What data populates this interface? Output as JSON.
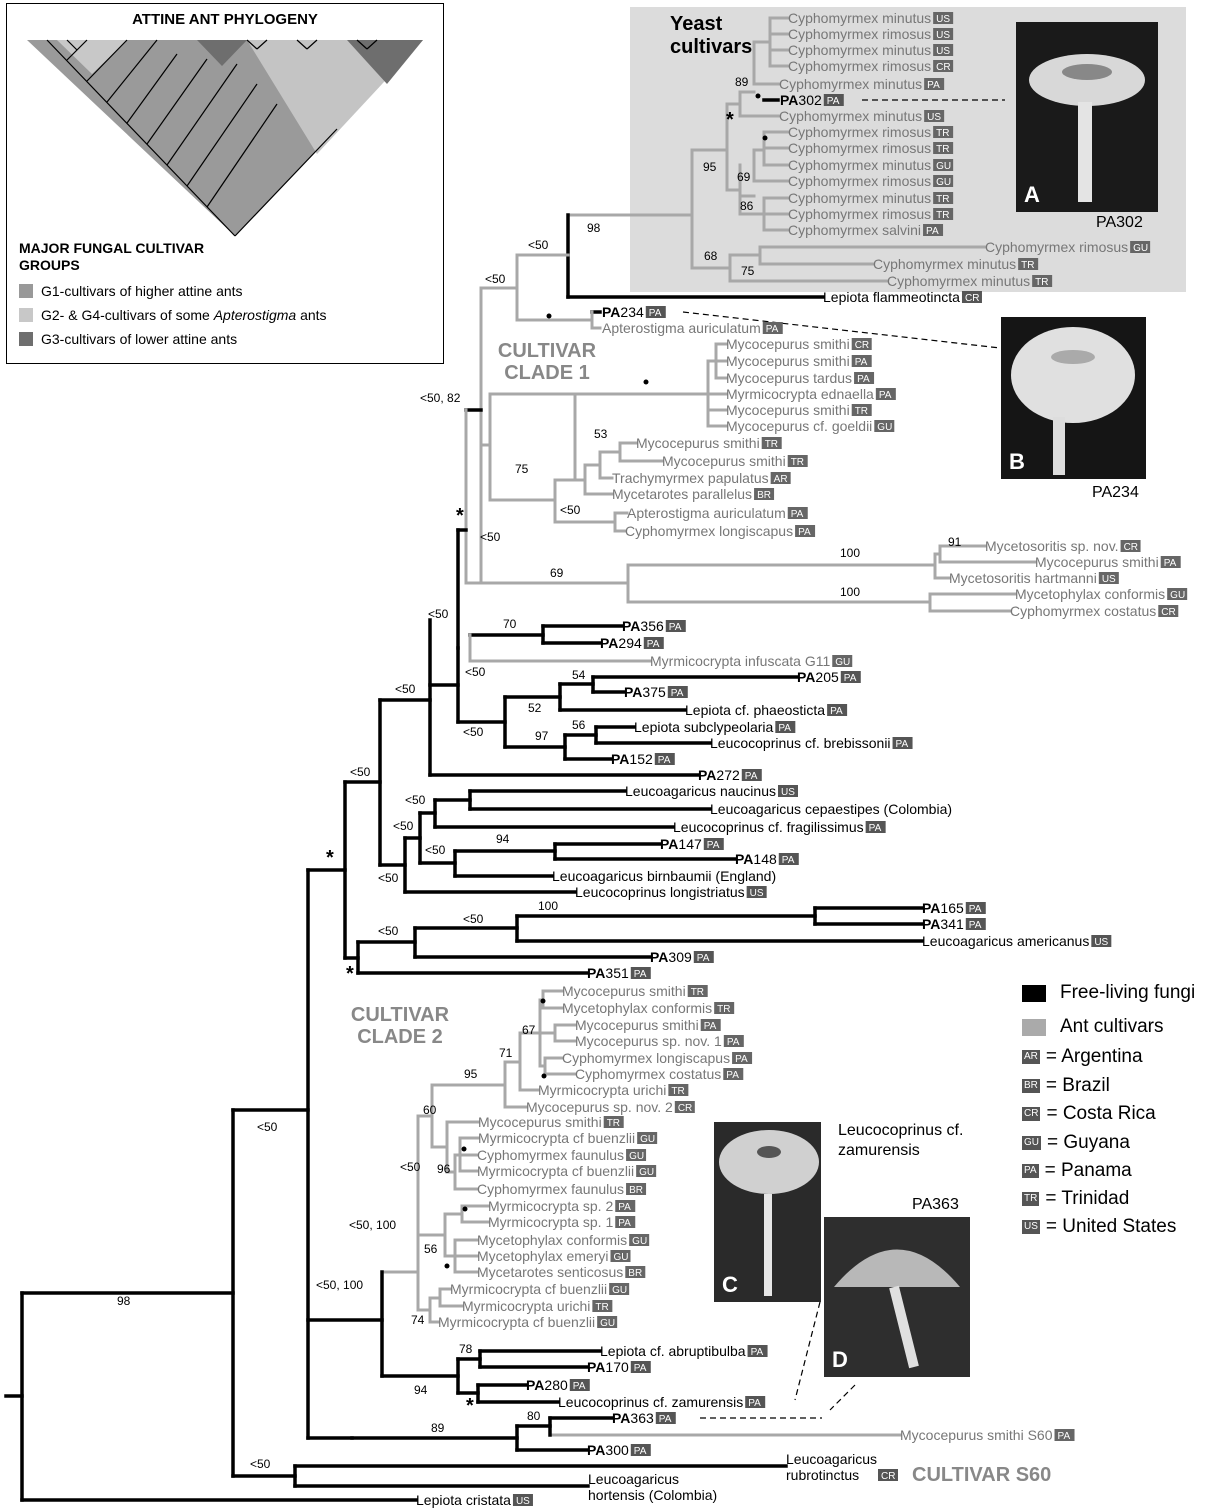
{
  "inset": {
    "title": "ATTINE ANT PHYLOGENY",
    "subtitle": "MAJOR FUNGAL CULTIVAR GROUPS",
    "groups": [
      {
        "label": "G1-cultivars of higher attine ants",
        "color": "#999999"
      },
      {
        "label_pre": "G2- & G4-cultivars of some ",
        "label_italic": "Apterostigma",
        "label_post": " ants",
        "color": "#c8c8c8"
      },
      {
        "label": "G3-cultivars of lower attine ants",
        "color": "#6e6e6e"
      }
    ]
  },
  "yeast_title": "Yeast cultivars",
  "clade1_title": "CULTIVAR CLADE 1",
  "clade2_title": "CULTIVAR CLADE 2",
  "s60_title": "CULTIVAR S60",
  "photos": {
    "A": {
      "letter": "A",
      "caption": "PA302"
    },
    "B": {
      "letter": "B",
      "caption": "PA234"
    },
    "C": {
      "letter": "C",
      "caption": "Leucocoprinus cf. zamurensis"
    },
    "D": {
      "letter": "D",
      "caption": "PA363"
    }
  },
  "key": {
    "colors": [
      {
        "label": "Free-living fungi",
        "color": "#000000"
      },
      {
        "label": "Ant cultivars",
        "color": "#aaaaaa"
      }
    ],
    "countries": [
      {
        "code": "AR",
        "name": "= Argentina"
      },
      {
        "code": "BR",
        "name": "= Brazil"
      },
      {
        "code": "CR",
        "name": "= Costa Rica"
      },
      {
        "code": "GU",
        "name": "= Guyana"
      },
      {
        "code": "PA",
        "name": "= Panama"
      },
      {
        "code": "TR",
        "name": "= Trinidad"
      },
      {
        "code": "US",
        "name": "= United States"
      }
    ]
  },
  "taxa": [
    {
      "name": "Cyphomyrmex minutus",
      "code": "US",
      "type": "cultivar"
    },
    {
      "name": "Cyphomyrmex rimosus",
      "code": "US",
      "type": "cultivar"
    },
    {
      "name": "Cyphomyrmex minutus",
      "code": "US",
      "type": "cultivar"
    },
    {
      "name": "Cyphomyrmex rimosus",
      "code": "CR",
      "type": "cultivar"
    },
    {
      "name": "Cyphomyrmex minutus",
      "code": "PA",
      "type": "cultivar"
    },
    {
      "name": "302",
      "prefix": "PA",
      "code": "PA",
      "type": "free"
    },
    {
      "name": "Cyphomyrmex minutus",
      "code": "US",
      "type": "cultivar"
    },
    {
      "name": "Cyphomyrmex rimosus",
      "code": "TR",
      "type": "cultivar"
    },
    {
      "name": "Cyphomyrmex rimosus",
      "code": "TR",
      "type": "cultivar"
    },
    {
      "name": "Cyphomyrmex minutus",
      "code": "GU",
      "type": "cultivar"
    },
    {
      "name": "Cyphomyrmex rimosus",
      "code": "GU",
      "type": "cultivar"
    },
    {
      "name": "Cyphomyrmex minutus",
      "code": "TR",
      "type": "cultivar"
    },
    {
      "name": "Cyphomyrmex rimosus",
      "code": "TR",
      "type": "cultivar"
    },
    {
      "name": "Cyphomyrmex salvini",
      "code": "PA",
      "type": "cultivar"
    },
    {
      "name": "Cyphomyrmex rimosus",
      "code": "GU",
      "type": "cultivar"
    },
    {
      "name": "Cyphomyrmex minutus",
      "code": "TR",
      "type": "cultivar"
    },
    {
      "name": "Cyphomyrmex minutus",
      "code": "TR",
      "type": "cultivar"
    },
    {
      "name": "Lepiota flammeotincta",
      "code": "CR",
      "type": "free"
    },
    {
      "name": "234",
      "prefix": "PA",
      "code": "PA",
      "type": "free"
    },
    {
      "name": "Apterostigma auriculatum",
      "code": "PA",
      "type": "cultivar"
    },
    {
      "name": "Mycocepurus smithi",
      "code": "CR",
      "type": "cultivar"
    },
    {
      "name": "Mycocepurus smithi",
      "code": "PA",
      "type": "cultivar"
    },
    {
      "name": "Mycocepurus tardus",
      "code": "PA",
      "type": "cultivar"
    },
    {
      "name": "Myrmicocrypta ednaella",
      "code": "PA",
      "type": "cultivar"
    },
    {
      "name": "Mycocepurus smithi",
      "code": "TR",
      "type": "cultivar"
    },
    {
      "name": "Mycocepurus cf. goeldii",
      "code": "GU",
      "type": "cultivar"
    },
    {
      "name": "Mycocepurus smithi",
      "code": "TR",
      "type": "cultivar"
    },
    {
      "name": "Mycocepurus smithi",
      "code": "TR",
      "type": "cultivar"
    },
    {
      "name": "Trachymyrmex papulatus",
      "code": "AR",
      "type": "cultivar"
    },
    {
      "name": "Mycetarotes parallelus",
      "code": "BR",
      "type": "cultivar"
    },
    {
      "name": "Apterostigma auriculatum",
      "code": "PA",
      "type": "cultivar"
    },
    {
      "name": "Cyphomyrmex longiscapus",
      "code": "PA",
      "type": "cultivar"
    },
    {
      "name": "Mycetosoritis sp. nov.",
      "code": "CR",
      "type": "cultivar"
    },
    {
      "name": "Mycocepurus smithi",
      "code": "PA",
      "type": "cultivar"
    },
    {
      "name": "Mycetosoritis hartmanni",
      "code": "US",
      "type": "cultivar"
    },
    {
      "name": "Mycetophylax conformis",
      "code": "GU",
      "type": "cultivar"
    },
    {
      "name": "Cyphomyrmex costatus",
      "code": "CR",
      "type": "cultivar"
    },
    {
      "name": "356",
      "prefix": "PA",
      "code": "PA",
      "type": "free"
    },
    {
      "name": "294",
      "prefix": "PA",
      "code": "PA",
      "type": "free"
    },
    {
      "name": "Myrmicocrypta infuscata G11",
      "code": "GU",
      "type": "cultivar"
    },
    {
      "name": "205",
      "prefix": "PA",
      "code": "PA",
      "type": "free"
    },
    {
      "name": "375",
      "prefix": "PA",
      "code": "PA",
      "type": "free"
    },
    {
      "name": "Lepiota cf. phaeosticta",
      "code": "PA",
      "type": "free"
    },
    {
      "name": "Lepiota subclypeolaria",
      "code": "PA",
      "type": "free"
    },
    {
      "name": "Leucocoprinus cf. brebissonii",
      "code": "PA",
      "type": "free"
    },
    {
      "name": "152",
      "prefix": "PA",
      "code": "PA",
      "type": "free"
    },
    {
      "name": "272",
      "prefix": "PA",
      "code": "PA",
      "type": "free"
    },
    {
      "name": "Leucoagaricus naucinus",
      "code": "US",
      "type": "free"
    },
    {
      "name": "Leucoagaricus cepaestipes (Colombia)",
      "code": "",
      "type": "free"
    },
    {
      "name": "Leucocoprinus cf. fragilissimus",
      "code": "PA",
      "type": "free"
    },
    {
      "name": "147",
      "prefix": "PA",
      "code": "PA",
      "type": "free"
    },
    {
      "name": "148",
      "prefix": "PA",
      "code": "PA",
      "type": "free"
    },
    {
      "name": "Leucoagaricus birnbaumii (England)",
      "code": "",
      "type": "free"
    },
    {
      "name": "Leucocoprinus longistriatus",
      "code": "US",
      "type": "free"
    },
    {
      "name": "165",
      "prefix": "PA",
      "code": "PA",
      "type": "free"
    },
    {
      "name": "341",
      "prefix": "PA",
      "code": "PA",
      "type": "free"
    },
    {
      "name": "Leucoagaricus americanus",
      "code": "US",
      "type": "free"
    },
    {
      "name": "309",
      "prefix": "PA",
      "code": "PA",
      "type": "free"
    },
    {
      "name": "351",
      "prefix": "PA",
      "code": "PA",
      "type": "free"
    },
    {
      "name": "Mycocepurus smithi",
      "code": "TR",
      "type": "cultivar"
    },
    {
      "name": "Mycetophylax conformis",
      "code": "TR",
      "type": "cultivar"
    },
    {
      "name": "Mycocepurus smithi",
      "code": "PA",
      "type": "cultivar"
    },
    {
      "name": "Mycocepurus sp. nov. 1",
      "code": "PA",
      "type": "cultivar"
    },
    {
      "name": "Cyphomyrmex longiscapus",
      "code": "PA",
      "type": "cultivar"
    },
    {
      "name": "Cyphomyrmex costatus",
      "code": "PA",
      "type": "cultivar"
    },
    {
      "name": "Myrmicocrypta urichi",
      "code": "TR",
      "type": "cultivar"
    },
    {
      "name": "Mycocepurus sp. nov. 2",
      "code": "CR",
      "type": "cultivar"
    },
    {
      "name": "Mycocepurus smithi",
      "code": "TR",
      "type": "cultivar"
    },
    {
      "name": "Myrmicocrypta cf buenzlii",
      "code": "GU",
      "type": "cultivar"
    },
    {
      "name": "Cyphomyrmex faunulus",
      "code": "GU",
      "type": "cultivar"
    },
    {
      "name": "Myrmicocrypta cf buenzlii",
      "code": "GU",
      "type": "cultivar"
    },
    {
      "name": "Cyphomyrmex faunulus",
      "code": "BR",
      "type": "cultivar"
    },
    {
      "name": "Myrmicocrypta sp. 2",
      "code": "PA",
      "type": "cultivar"
    },
    {
      "name": "Myrmicocrypta sp. 1",
      "code": "PA",
      "type": "cultivar"
    },
    {
      "name": "Mycetophylax conformis",
      "code": "GU",
      "type": "cultivar"
    },
    {
      "name": "Mycetophylax emeryi",
      "code": "GU",
      "type": "cultivar"
    },
    {
      "name": "Mycetarotes senticosus",
      "code": "BR",
      "type": "cultivar"
    },
    {
      "name": "Myrmicocrypta cf buenzlii",
      "code": "GU",
      "type": "cultivar"
    },
    {
      "name": "Myrmicocrypta urichi",
      "code": "TR",
      "type": "cultivar"
    },
    {
      "name": "Myrmicocrypta cf buenzlii",
      "code": "GU",
      "type": "cultivar"
    },
    {
      "name": "Lepiota cf. abruptibulba",
      "code": "PA",
      "type": "free"
    },
    {
      "name": "170",
      "prefix": "PA",
      "code": "PA",
      "type": "free"
    },
    {
      "name": "280",
      "prefix": "PA",
      "code": "PA",
      "type": "free"
    },
    {
      "name": "Leucocoprinus cf. zamurensis",
      "code": "PA",
      "type": "free"
    },
    {
      "name": "363",
      "prefix": "PA",
      "code": "PA",
      "type": "free"
    },
    {
      "name": "Mycocepurus smithi S60",
      "code": "PA",
      "type": "cultivar"
    },
    {
      "name": "300",
      "prefix": "PA",
      "code": "PA",
      "type": "free"
    },
    {
      "name": "Leucoagaricus rubrotinctus",
      "code": "CR",
      "type": "free",
      "multiline": [
        "Leucoagaricus",
        "rubrotinctus"
      ]
    },
    {
      "name": "Leucoagaricus hortensis (Colombia)",
      "code": "",
      "type": "free",
      "multiline": [
        "Leucoagaricus",
        "hortensis (Colombia)"
      ]
    },
    {
      "name": "Lepiota cristata",
      "code": "US",
      "type": "free"
    }
  ],
  "support_values": [
    "89",
    "95",
    "69",
    "86",
    "68",
    "75",
    "98",
    "<50",
    "<50",
    "<50, 82",
    "<50",
    "53",
    "<50",
    "75",
    "69",
    "100",
    "91",
    "100",
    "<50",
    "70",
    "<50",
    "54",
    "52",
    "56",
    "97",
    "<50",
    "<50",
    "<50",
    "<50",
    "<50",
    "<50",
    "94",
    "<50",
    "<50",
    "100",
    "<50",
    "67",
    "71",
    "95",
    "60",
    "<50",
    "96",
    "<50, 100",
    "56",
    "<50, 100",
    "74",
    "78",
    "94",
    "80",
    "89",
    "<50",
    "<50",
    "98"
  ],
  "asterisks": [
    "*",
    "*",
    "*",
    "*",
    "*"
  ]
}
